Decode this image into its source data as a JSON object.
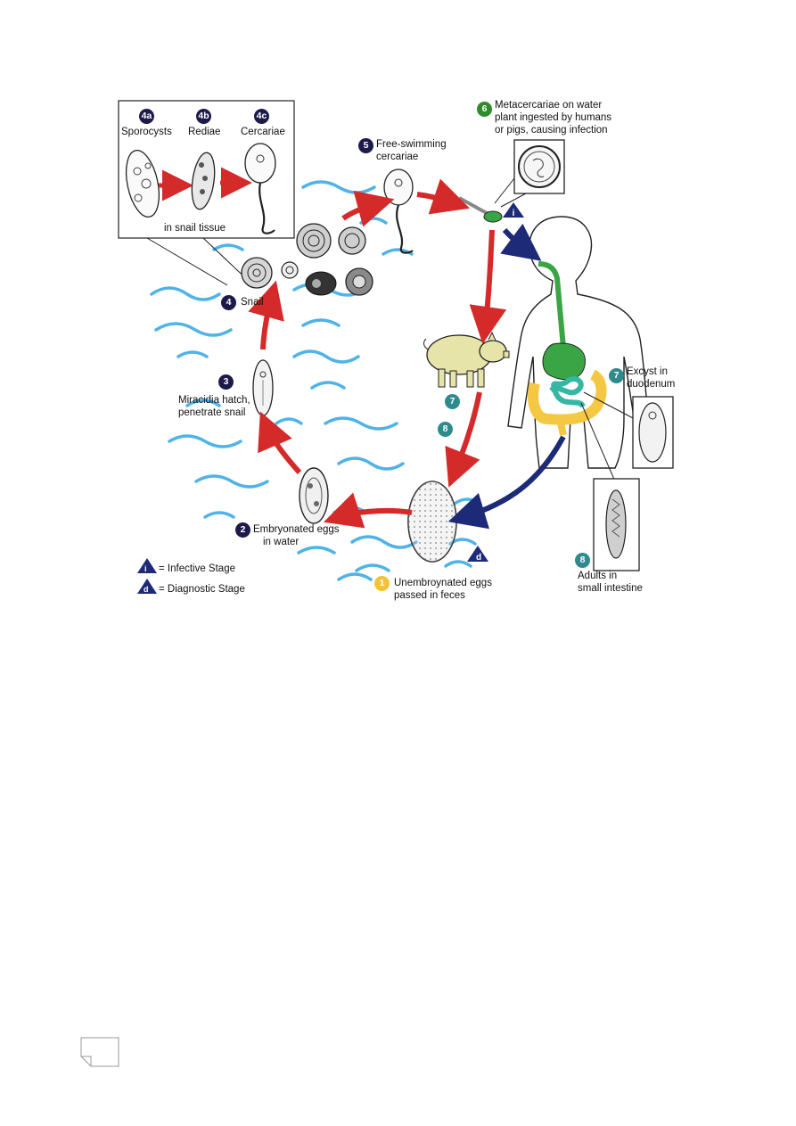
{
  "diagram": {
    "sub_stages": [
      {
        "badge": "4a",
        "label": "Sporocysts"
      },
      {
        "badge": "4b",
        "label": "Rediae"
      },
      {
        "badge": "4c",
        "label": "Cercariae"
      }
    ],
    "snail_tissue_label": "in snail tissue",
    "stages": {
      "s1": {
        "num": "1",
        "line1": "Unembroynated eggs",
        "line2": "passed in feces"
      },
      "s2": {
        "num": "2",
        "line1": "Embryonated eggs",
        "line2": "in water"
      },
      "s3": {
        "num": "3",
        "line1": "Miracidia hatch,",
        "line2": "penetrate snail"
      },
      "s4": {
        "num": "4",
        "line1": "Snail"
      },
      "s5": {
        "num": "5",
        "line1": "Free-swimming",
        "line2": "cercariae"
      },
      "s6": {
        "num": "6",
        "line1": "Metacercariae on water",
        "line2": "plant ingested by humans",
        "line3": "or pigs, causing infection"
      },
      "s7": {
        "num": "7",
        "line1": "Excyst in",
        "line2": "duodenum"
      },
      "s8": {
        "num": "8",
        "line1": "Adults in",
        "line2": "small intestine"
      }
    },
    "pig_badges": [
      "7",
      "8"
    ],
    "legend": {
      "infective_symbol": "i",
      "infective_label": "= Infective Stage",
      "diagnostic_symbol": "d",
      "diagnostic_label": "= Diagnostic Stage"
    },
    "colors": {
      "red_arrow": "#d42a2a",
      "navy_arrow": "#1c2a78",
      "water": "#4fb3e8",
      "navy_badge": "#1c1a4a",
      "green_badge": "#2e8b2e",
      "teal_badge": "#2f8a8c",
      "yellow_badge": "#f2c23a",
      "pig": "#e6e4a8",
      "intestine_yellow": "#f4c842",
      "intestine_teal": "#35b7a4",
      "stomach_green": "#3aa545"
    }
  }
}
